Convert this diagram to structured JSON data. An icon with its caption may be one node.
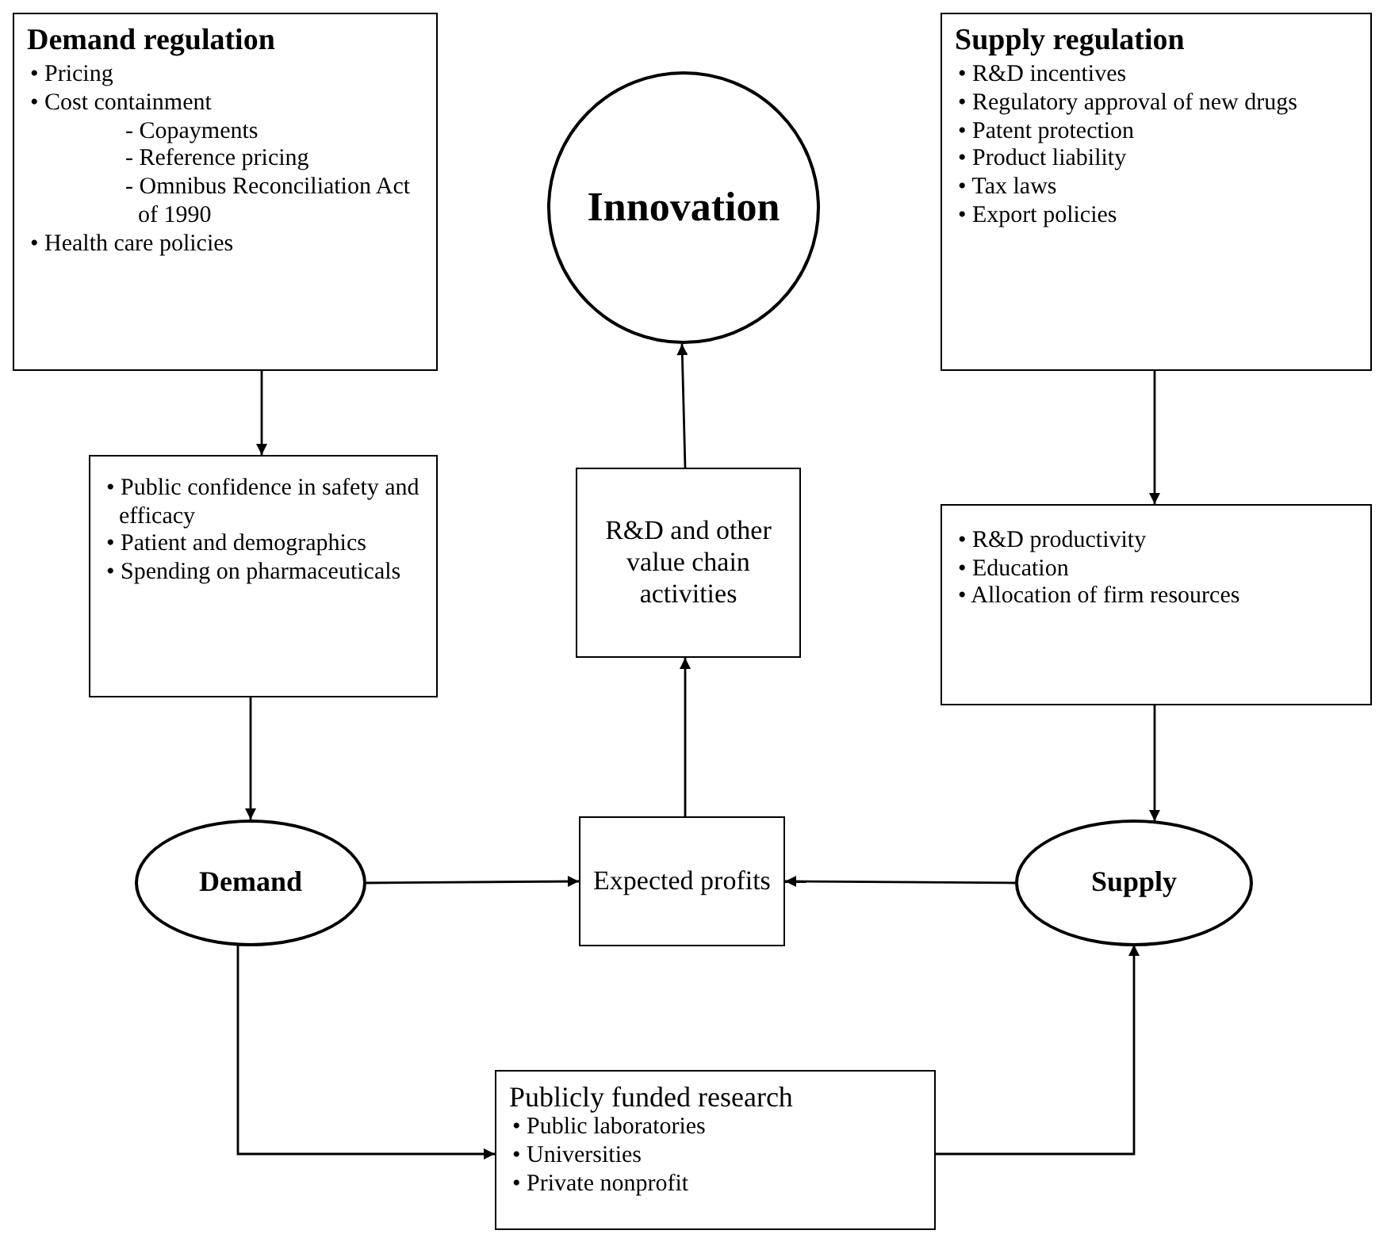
{
  "diagram": {
    "nodes": [
      {
        "text": [
          "Demand regulation",
          "• Pricing",
          "• Cost containment",
          "- Copayments",
          "- Reference pricing",
          "- Omnibus Reconciliation Act of 1990",
          "• Health care policies"
        ]
      },
      {
        "text": [
          "Innovation"
        ]
      },
      {
        "text": [
          "Supply regulation",
          "• R&D incentives",
          "• Regulatory approval of new drugs",
          "• Patent protection",
          "• Product liability",
          "• Tax laws",
          "• Export policies"
        ]
      },
      {
        "text": [
          "• Public confidence in safety and efficacy",
          "• Patient and demographics",
          "• Spending on pharmaceuticals"
        ]
      },
      {
        "text": [
          "R&D and other value chain activities"
        ]
      },
      {
        "text": [
          "• R&D productivity",
          "• Education",
          "• Allocation of firm resources"
        ]
      },
      {
        "text": [
          "Demand"
        ]
      },
      {
        "text": [
          "Expected profits"
        ]
      },
      {
        "text": [
          "Supply"
        ]
      },
      {
        "text": [
          "Publicly funded research",
          "• Public laboratories",
          "• Universities",
          "• Private nonprofit"
        ]
      }
    ],
    "edges": [
      {
        "from": 0,
        "to": 3,
        "arrow": "to"
      },
      {
        "from": 3,
        "to": 6,
        "arrow": "to"
      },
      {
        "from": 2,
        "to": 5,
        "arrow": "to"
      },
      {
        "from": 5,
        "to": 8,
        "arrow": "to"
      },
      {
        "from": 6,
        "to": 7,
        "arrow": "to"
      },
      {
        "from": 8,
        "to": 7,
        "arrow": "to"
      },
      {
        "from": 7,
        "to": 4,
        "arrow": "to"
      },
      {
        "from": 4,
        "to": 1,
        "arrow": "to"
      },
      {
        "from": 6,
        "to": 9,
        "arrow": "to"
      },
      {
        "from": 9,
        "to": 8,
        "arrow": "to"
      }
    ]
  }
}
